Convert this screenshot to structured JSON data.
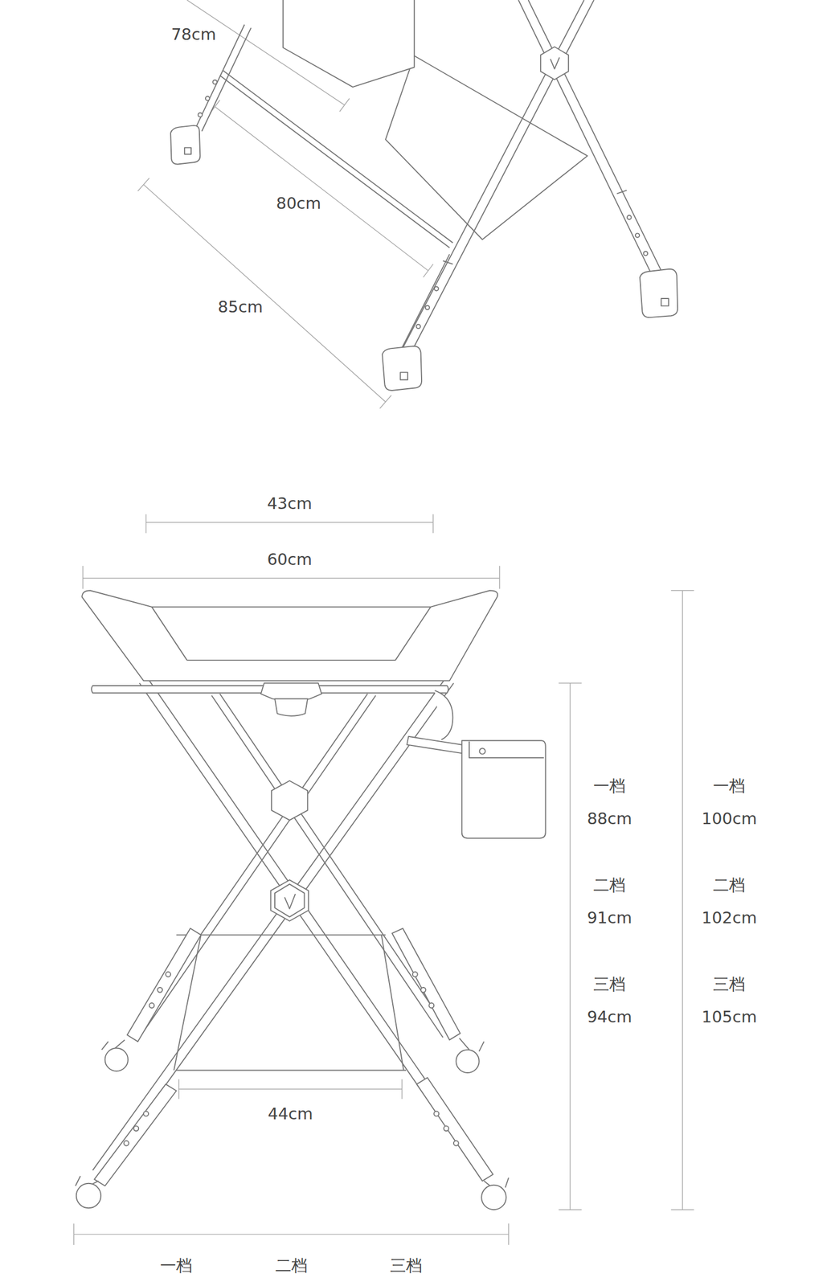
{
  "diagram": {
    "labels": [
      "78cm",
      "80cm",
      "85cm",
      "43cm",
      "60cm",
      "一档",
      "88cm",
      "二档",
      "91cm",
      "三档",
      "94cm",
      "一档",
      "100cm",
      "二档",
      "102cm",
      "三档",
      "105cm",
      "44cm",
      "一档",
      "二档",
      "三档"
    ]
  }
}
